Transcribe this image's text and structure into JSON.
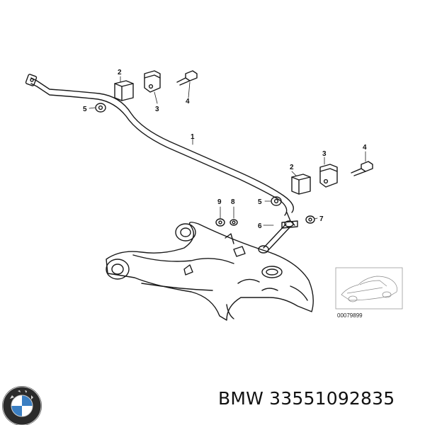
{
  "callouts": {
    "c1": "1",
    "c2a": "2",
    "c2b": "2",
    "c3a": "3",
    "c3b": "3",
    "c4a": "4",
    "c4b": "4",
    "c5a": "5",
    "c5b": "5",
    "c6": "6",
    "c7": "7",
    "c8": "8",
    "c9": "9"
  },
  "thumbnail": {
    "caption": "00079899"
  },
  "footer": {
    "brand": "BMW",
    "part_number": "33551092835",
    "line": "BMW 33551092835"
  },
  "logo": {
    "letters": "BMW",
    "colors": {
      "ring": "#111111",
      "blue": "#3a7ec2",
      "white": "#ffffff"
    }
  }
}
